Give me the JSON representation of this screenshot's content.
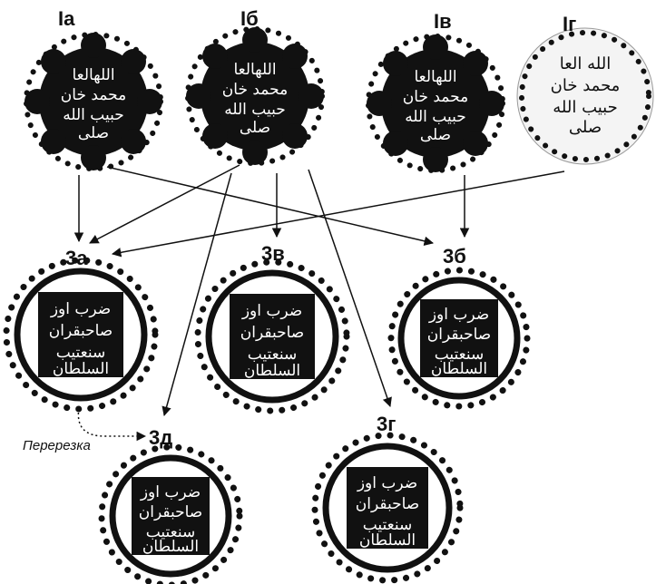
{
  "labels": {
    "Ia": "Iа",
    "Ib": "Iб",
    "Iv": "Iв",
    "Ig": "Iг",
    "3a": "3а",
    "3b": "3б",
    "3v": "3в",
    "3g": "3г",
    "3d": "3д"
  },
  "annotation": "Перерезка",
  "colors": {
    "ink": "#111111",
    "paper": "#ffffff"
  }
}
